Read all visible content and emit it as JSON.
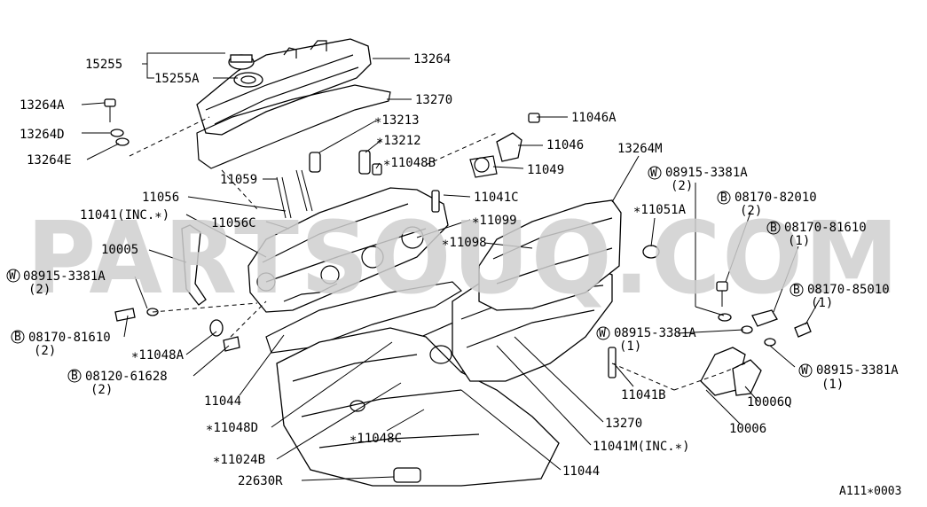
{
  "watermark": "PARTSOUQ.COM",
  "figure_code": "A111∗0003",
  "labels": {
    "p15255": "15255",
    "p15255A": "15255A",
    "p13264": "13264",
    "p13270_top": "13270",
    "p13264A": "13264A",
    "p13264D": "13264D",
    "p13264E": "13264E",
    "p13213": "∗13213",
    "p11046A": "11046A",
    "p13212": "∗13212",
    "p11046": "11046",
    "p11048B": "∗11048B",
    "p11049": "11049",
    "p13264M": "13264M",
    "p11059": "11059",
    "p11056": "11056",
    "p11041C": "11041C",
    "p11041": "11041(INC.∗)",
    "p11056C": "11056C",
    "p11099": "∗11099",
    "p10005": "10005",
    "p11098": "∗11098",
    "p11051A": "∗11051A",
    "w1_num": "08915-3381A",
    "w1_qty": "(2)",
    "b1_num": "08170-81610",
    "b1_qty": "(2)",
    "p11048A": "∗11048A",
    "b2_num": "08120-61628",
    "b2_qty": "(2)",
    "p11044_left": "11044",
    "p11048D": "∗11048D",
    "p11048C": "∗11048C",
    "p11024B": "∗11024B",
    "p22630R": "22630R",
    "p11044_right": "11044",
    "p11041M": "11041M(INC.∗)",
    "p13270_bottom": "13270",
    "p11041B": "11041B",
    "w2_num": "08915-3381A",
    "w2_qty": "(2)",
    "b3_num": "08170-82010",
    "b3_qty": "(2)",
    "b4_num": "08170-81610",
    "b4_qty": "(1)",
    "b5_num": "08170-85010",
    "b5_qty": "(1)",
    "w3_num": "08915-3381A",
    "w3_qty": "(1)",
    "w4_num": "08915-3381A",
    "w4_qty": "(1)",
    "p10006Q": "10006Q",
    "p10006": "10006"
  },
  "symbols": {
    "washer": "W",
    "bolt": "B"
  }
}
